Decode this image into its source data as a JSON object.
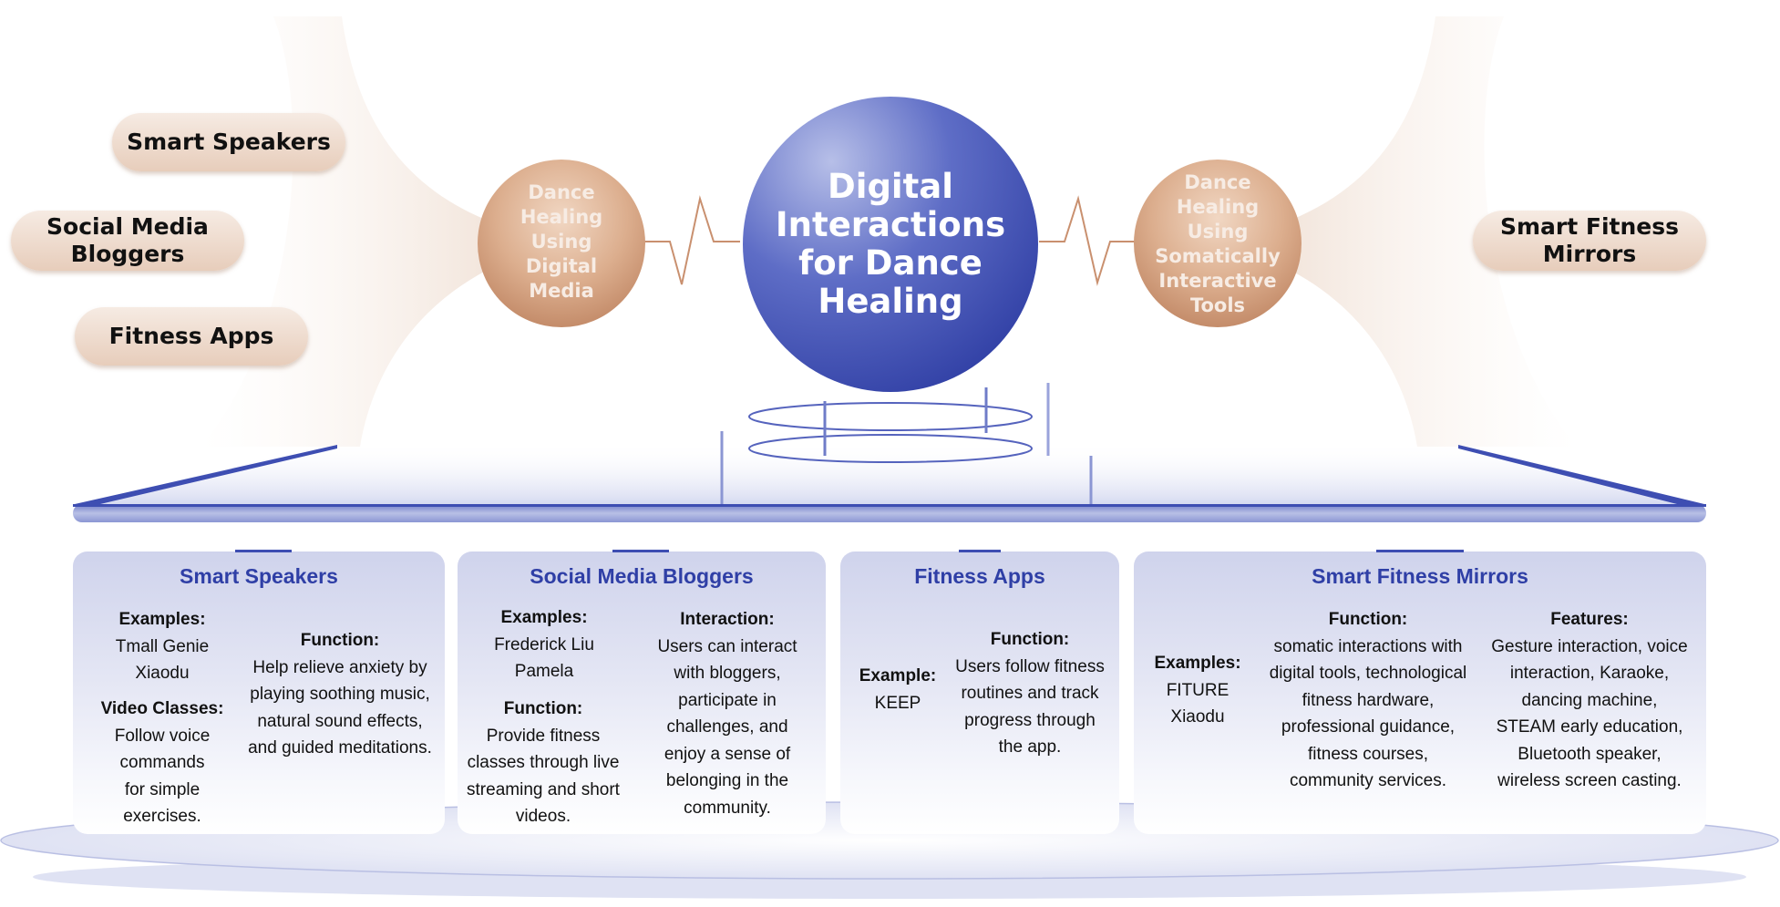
{
  "diagram": {
    "center": {
      "title": "Digital Interactions for Dance Healing"
    },
    "left_circle": {
      "label": "Dance Healing Using Digital Media"
    },
    "right_circle": {
      "label": "Dance Healing Using Somatically Interactive Tools"
    },
    "left_pills": [
      "Smart Speakers",
      "Social Media Bloggers",
      "Fitness Apps"
    ],
    "right_pills": [
      "Smart Fitness Mirrors"
    ]
  },
  "cards": {
    "smart_speakers": {
      "title": "Smart Speakers",
      "examples_heading": "Examples:",
      "examples": [
        "Tmall Genie",
        "Xiaodu"
      ],
      "video_heading": "Video Classes:",
      "video_text": "Follow voice commands for simple exercises.",
      "function_heading": "Function:",
      "function_text": "Help relieve anxiety by playing soothing music, natural sound effects, and guided meditations."
    },
    "social_media": {
      "title": "Social Media Bloggers",
      "examples_heading": "Examples:",
      "examples": [
        "Frederick Liu",
        "Pamela"
      ],
      "function_heading": "Function:",
      "function_text": "Provide fitness classes through live streaming and short videos.",
      "interaction_heading": "Interaction:",
      "interaction_text": "Users can interact with bloggers, participate in challenges, and enjoy a sense of belonging in the community."
    },
    "fitness_apps": {
      "title": "Fitness Apps",
      "example_heading": "Example:",
      "example": "KEEP",
      "function_heading": "Function:",
      "function_text": "Users follow fitness routines and track progress through the app."
    },
    "smart_mirrors": {
      "title": "Smart Fitness Mirrors",
      "examples_heading": "Examples:",
      "examples": [
        "FITURE",
        "Xiaodu"
      ],
      "function_heading": "Function:",
      "function_text": "somatic interactions with digital tools, technological fitness hardware, professional guidance, fitness courses, community services.",
      "features_heading": "Features:",
      "features_text": "Gesture interaction, voice interaction, Karaoke, dancing machine, STEAM early education, Bluetooth speaker, wireless screen casting."
    }
  },
  "colors": {
    "accent_blue": "#2f3fa6",
    "circle_blue": "#3e4eb2",
    "circle_tan": "#c9906f",
    "pill_tan": "#e7cdbb"
  }
}
